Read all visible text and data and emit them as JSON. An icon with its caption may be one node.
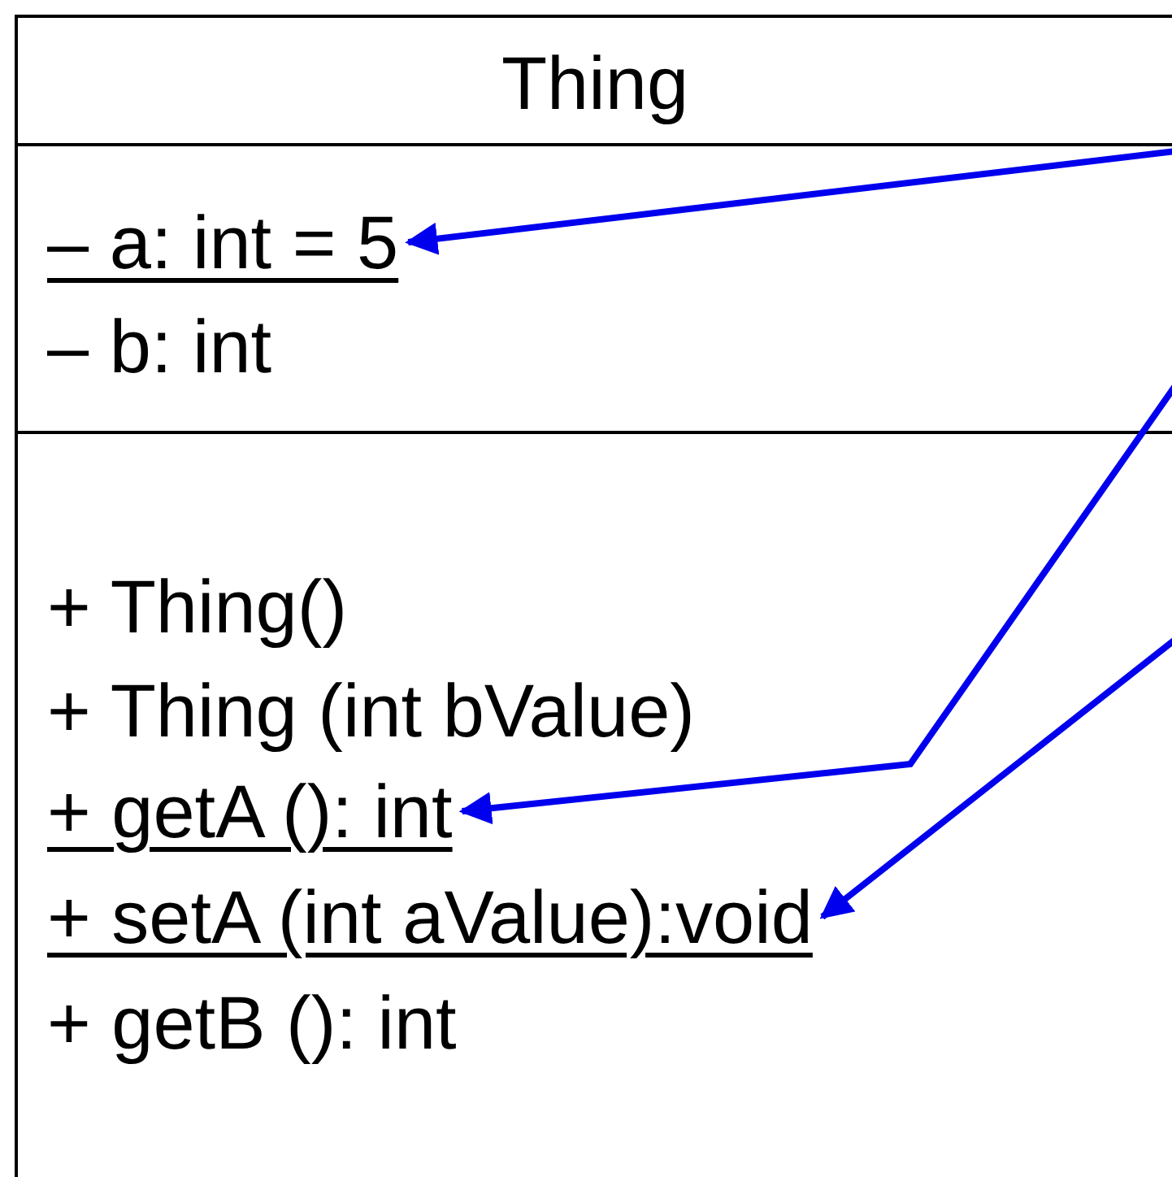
{
  "diagram": {
    "nodes": [
      {
        "text": [
          "Thing"
        ]
      },
      {
        "text": [],
        "shape": "box",
        "in": 0
      },
      {
        "text": [
          "– a: int = 5"
        ],
        "in": 1
      },
      {
        "text": [
          "– b: int"
        ],
        "in": 1
      },
      {
        "text": [],
        "shape": "box",
        "in": 0
      },
      {
        "text": [
          "+ Thing()"
        ],
        "in": 4
      },
      {
        "text": [
          "+ Thing (int bValue)"
        ],
        "in": 4
      },
      {
        "text": [
          "+ getA (): int"
        ],
        "in": 4
      },
      {
        "text": [
          "+ setA (int aValue):void"
        ],
        "in": 4
      },
      {
        "text": [
          "+ getB (): int"
        ],
        "in": 4
      }
    ],
    "edges": [
      {
        "from": null,
        "to": 2,
        "arrow": "to"
      },
      {
        "from": null,
        "to": 7,
        "arrow": "to"
      },
      {
        "from": null,
        "to": 8,
        "arrow": "to"
      }
    ]
  }
}
